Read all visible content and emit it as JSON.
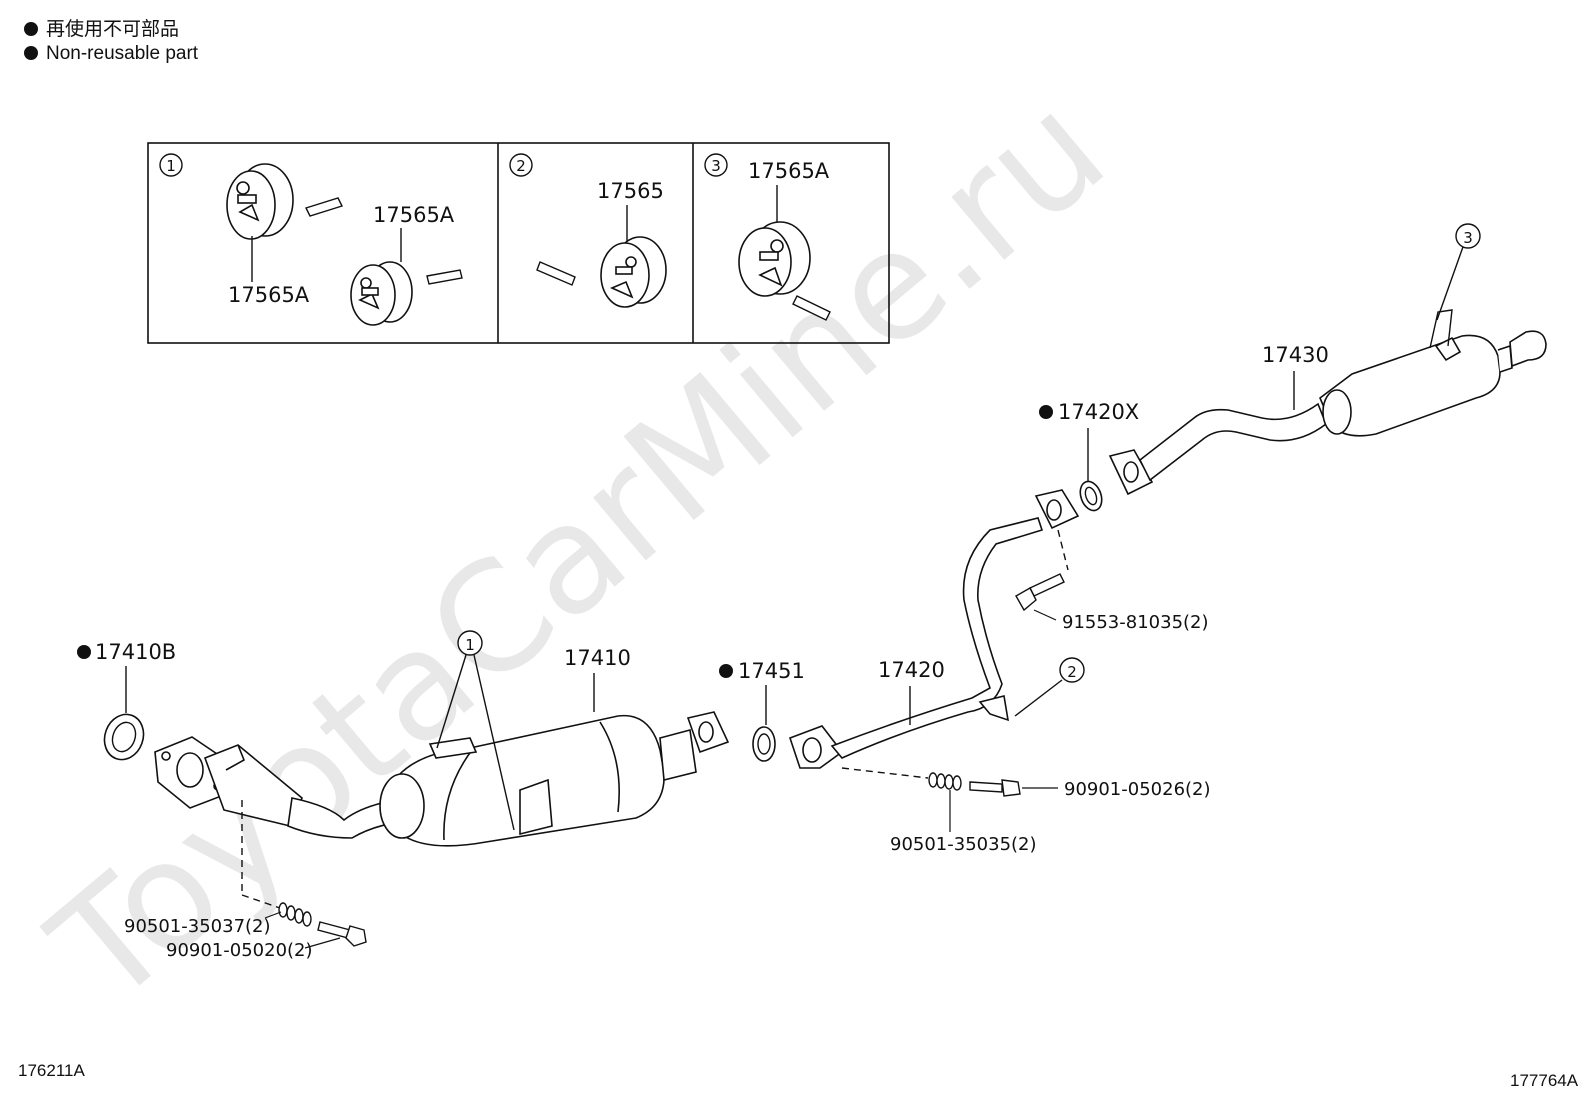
{
  "legend": {
    "line_jp": "再使用不可部品",
    "line_en": "Non-reusable part"
  },
  "watermark": "ToyotaCarMine.ru",
  "inset": {
    "panel1_label": "1",
    "panel1_part_a": "17565A",
    "panel1_part_b": "17565A",
    "panel2_label": "2",
    "panel2_part": "17565",
    "panel3_label": "3",
    "panel3_part": "17565A"
  },
  "parts": {
    "gasket_front": "17410B",
    "front_pipe": "17410",
    "gasket_mid": "17451",
    "center_pipe": "17420",
    "gasket_rear": "17420X",
    "tail_pipe": "17430",
    "bolt_center_flange": "91553-81035(2)",
    "bolt_center": "90901-05026(2)",
    "spring_center": "90501-35035(2)",
    "spring_front": "90501-35037(2)",
    "bolt_front": "90901-05020(2)"
  },
  "callouts": {
    "front_hanger": "1",
    "center_hanger": "2",
    "tail_hanger": "3"
  },
  "codes": {
    "left": "176211A",
    "right": "177764A"
  }
}
